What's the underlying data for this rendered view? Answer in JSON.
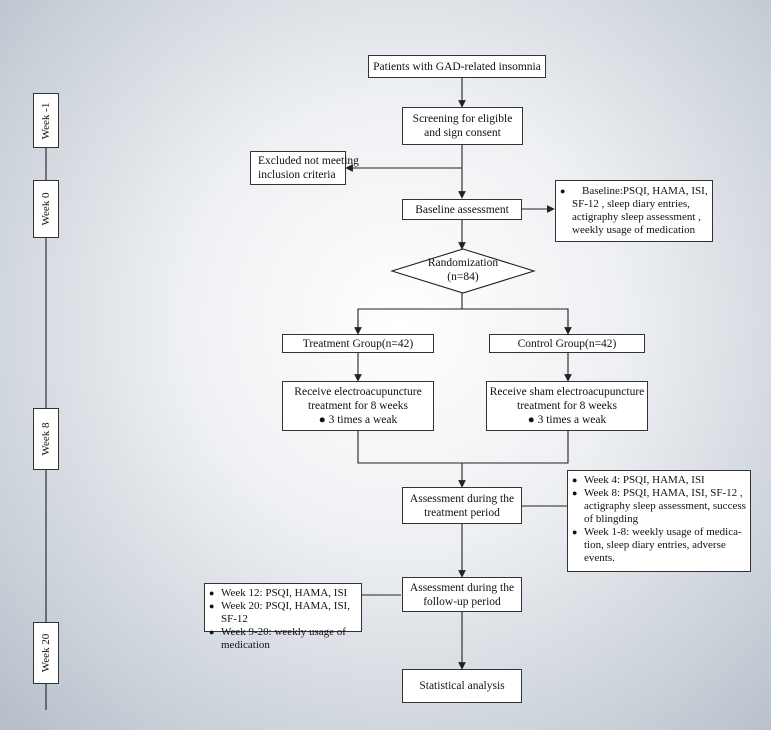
{
  "timeline": [
    {
      "id": "week-m1",
      "label": "Week -1"
    },
    {
      "id": "week-0",
      "label": "Week 0"
    },
    {
      "id": "week-8",
      "label": "Week 8"
    },
    {
      "id": "week-20",
      "label": "Week 20"
    }
  ],
  "nodes": {
    "patients": "Patients with GAD-related insomnia",
    "screening": [
      "Screening for eligible",
      "and sign consent"
    ],
    "excluded": [
      "Excluded not meeting",
      "inclusion criteria"
    ],
    "baseline": "Baseline assessment",
    "randomization": [
      "Randomization",
      "(n=84)"
    ],
    "treatment_group": "Treatment Group(n=42)",
    "control_group": "Control Group(n=42)",
    "receive_ea": [
      "Receive electroacupuncture",
      "treatment for 8 weeks"
    ],
    "receive_ea_bullet": "3 times a weak",
    "receive_sham": [
      "Receive sham electroacupuncture",
      "treatment for 8 weeks"
    ],
    "receive_sham_bullet": "3 times a weak",
    "assess_treatment": [
      "Assessment during the",
      "treatment period"
    ],
    "assess_followup": [
      "Assessment during the",
      "follow-up period"
    ],
    "statistical": "Statistical analysis"
  },
  "annotations": {
    "baseline": [
      "Baseline:PSQI, HAMA, ISI,",
      "SF-12 , sleep diary entries,",
      "actigraphy sleep assessment ,",
      "weekly usage of medication"
    ],
    "treatment": [
      [
        "Week 4: PSQI, HAMA, ISI"
      ],
      [
        "Week 8: PSQI, HAMA, ISI, SF-12 ,",
        "actigraphy sleep assessment, success",
        "of blingding"
      ],
      [
        "Week 1-8: weekly usage of medica-",
        "tion, sleep diary entries, adverse",
        "events."
      ]
    ],
    "followup": [
      [
        "Week 12: PSQI, HAMA, ISI"
      ],
      [
        "Week 20: PSQI, HAMA, ISI,",
        "SF-12"
      ],
      [
        "Week 9-20: weekly usage of",
        "medication"
      ]
    ]
  }
}
